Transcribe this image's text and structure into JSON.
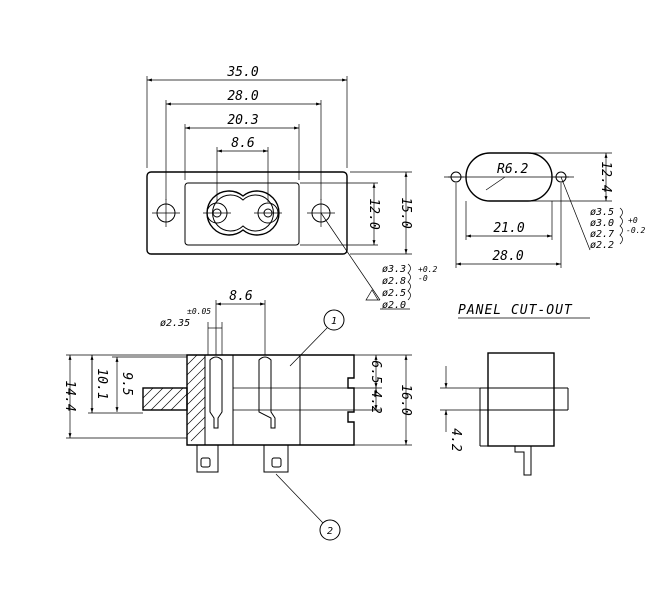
{
  "top_view": {
    "dim_35": "35.0",
    "dim_28": "28.0",
    "dim_20_3": "20.3",
    "dim_8_6": "8.6",
    "dim_12": "12.0",
    "dim_15": "15.0",
    "hole_d1": "ø3.3",
    "hole_d2": "ø2.8",
    "hole_d3": "ø2.5",
    "hole_d4": "ø2.0",
    "hole_tol_plus": "+0.2",
    "hole_tol_minus": "-0"
  },
  "cutout": {
    "radius": "R6.2",
    "dim_12_4": "12.4",
    "dim_21": "21.0",
    "dim_28": "28.0",
    "hole_d1": "ø3.5",
    "hole_d2": "ø3.0",
    "hole_d3": "ø2.7",
    "hole_d4": "ø2.2",
    "tol_plus": "+0",
    "tol_minus": "-0.2",
    "title": "PANEL CUT-OUT"
  },
  "section": {
    "dim_8_6": "8.6",
    "pin_d": "ø2.35",
    "pin_tol": "±0.05",
    "dim_14_4": "14.4",
    "dim_10_1": "10.1",
    "dim_9_5": "9.5",
    "dim_6_5": "6.5",
    "dim_4_2": "4.2",
    "dim_16": "16.0",
    "callout_1": "1",
    "callout_2": "2"
  },
  "side_view": {
    "dim_4_2": "4.2"
  }
}
